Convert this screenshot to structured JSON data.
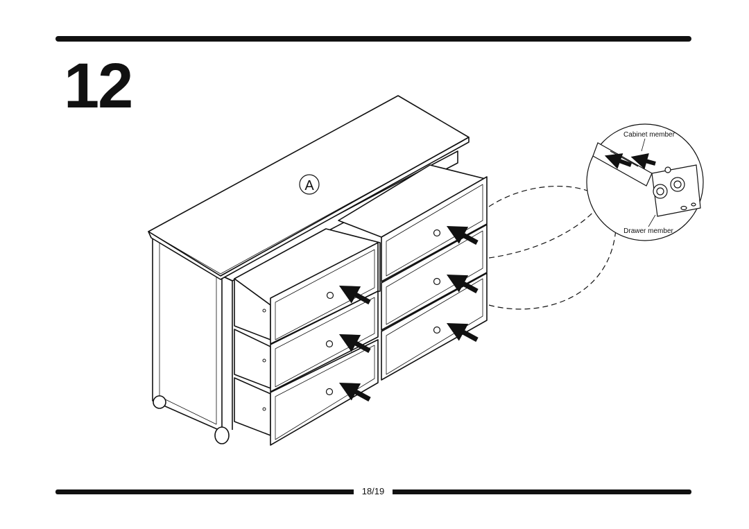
{
  "step": {
    "number": "12"
  },
  "callouts": {
    "part_a": "A"
  },
  "detail": {
    "top_label": "Cabinet member",
    "bottom_label": "Drawer member"
  },
  "footer": {
    "page": "18/19"
  }
}
